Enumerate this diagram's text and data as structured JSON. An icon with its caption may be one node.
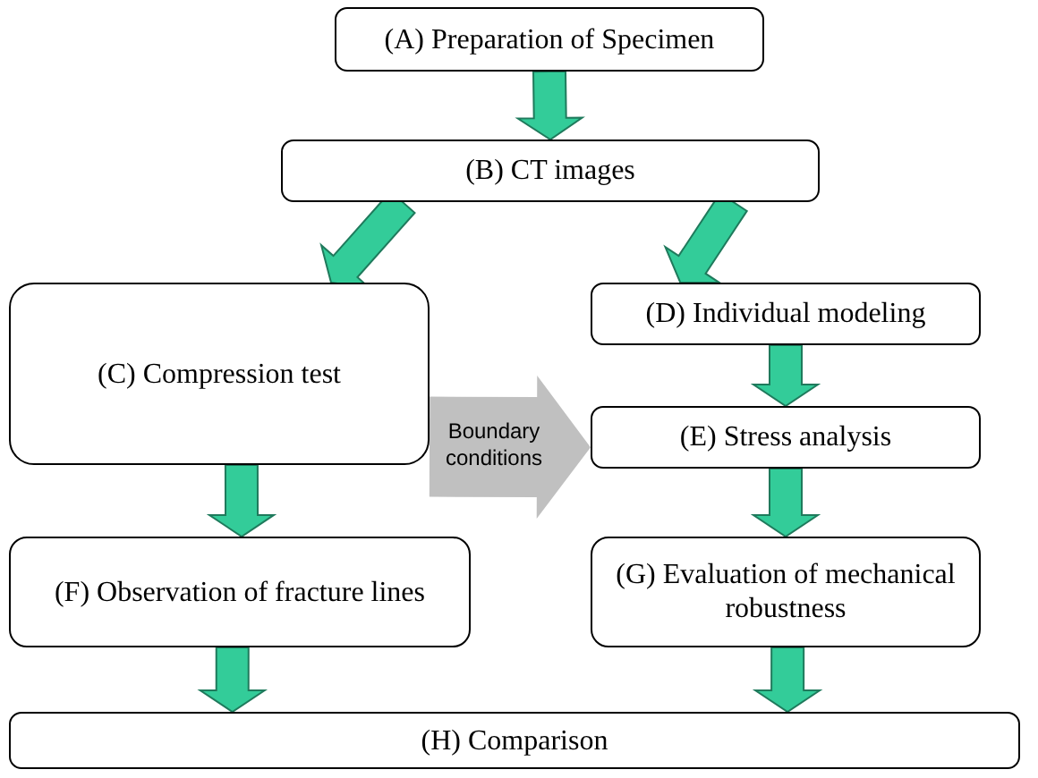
{
  "diagram": {
    "nodes": [
      {
        "text": [
          "(A) Preparation of Specimen"
        ]
      },
      {
        "text": [
          "(B) CT images"
        ]
      },
      {
        "text": [
          "(C) Compression test"
        ]
      },
      {
        "text": [
          "(D) Individual modeling"
        ]
      },
      {
        "text": [
          "(E) Stress analysis"
        ]
      },
      {
        "text": [
          "(F) Observation of fracture lines"
        ]
      },
      {
        "text": [
          "(G) Evaluation of mechanical robustness"
        ]
      },
      {
        "text": [
          "(H) Comparison"
        ]
      }
    ],
    "edges": [
      {
        "from": 0,
        "to": 1,
        "arrow": "to"
      },
      {
        "from": 1,
        "to": 2,
        "arrow": "to"
      },
      {
        "from": 1,
        "to": 3,
        "arrow": "to"
      },
      {
        "from": 3,
        "to": 4,
        "arrow": "to"
      },
      {
        "from": 2,
        "to": 5,
        "arrow": "to"
      },
      {
        "from": 4,
        "to": 6,
        "arrow": "to"
      },
      {
        "from": 2,
        "to": 4,
        "arrow": "to",
        "label": "Boundary conditions",
        "style": "thick",
        "color": "#c0c0c0"
      },
      {
        "from": 5,
        "to": 7,
        "arrow": "to"
      },
      {
        "from": 6,
        "to": 7,
        "arrow": "to"
      }
    ]
  }
}
